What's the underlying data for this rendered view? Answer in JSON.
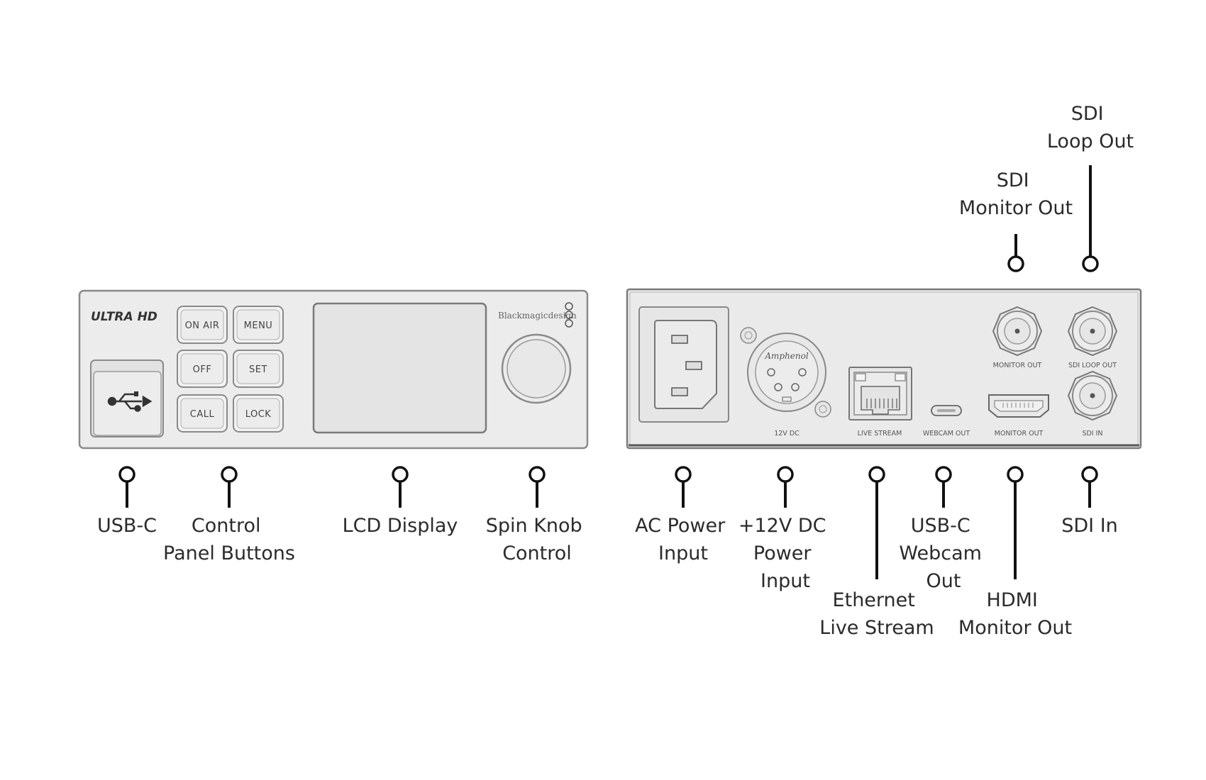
{
  "front_panel": {
    "brand_mark": "ULTRA HD",
    "maker_logo": "Blackmagicdesign",
    "buttons": [
      {
        "text": "ON AIR"
      },
      {
        "text": "MENU"
      },
      {
        "text": "OFF"
      },
      {
        "text": "SET"
      },
      {
        "text": "CALL"
      },
      {
        "text": "LOCK"
      }
    ]
  },
  "rear_panel": {
    "xlr_brand": "Amphenol",
    "port_labels": {
      "monitor_out_top": "MONITOR OUT",
      "sdi_loop_out": "SDI LOOP OUT",
      "dc": "12V DC",
      "live_stream": "LIVE STREAM",
      "webcam_out": "WEBCAM OUT",
      "hdmi_monitor_out": "MONITOR OUT",
      "sdi_in": "SDI IN"
    }
  },
  "callouts": {
    "usb_c": [
      "USB-C"
    ],
    "control_panel_buttons": [
      "Control",
      "Panel Buttons"
    ],
    "lcd_display": [
      "LCD Display"
    ],
    "spin_knob": [
      "Spin Knob",
      "Control"
    ],
    "ac_power": [
      "AC Power",
      "Input"
    ],
    "dc_power": [
      "+12V DC",
      "Power",
      "Input"
    ],
    "ethernet": [
      "Ethernet",
      "Live Stream"
    ],
    "usb_c_webcam": [
      "USB-C",
      "Webcam",
      "Out"
    ],
    "hdmi_monitor_out": [
      "HDMI",
      "Monitor Out"
    ],
    "sdi_in": [
      "SDI In"
    ],
    "sdi_monitor_out": [
      "SDI",
      "Monitor Out"
    ],
    "sdi_loop_out": [
      "SDI",
      "Loop Out"
    ]
  }
}
